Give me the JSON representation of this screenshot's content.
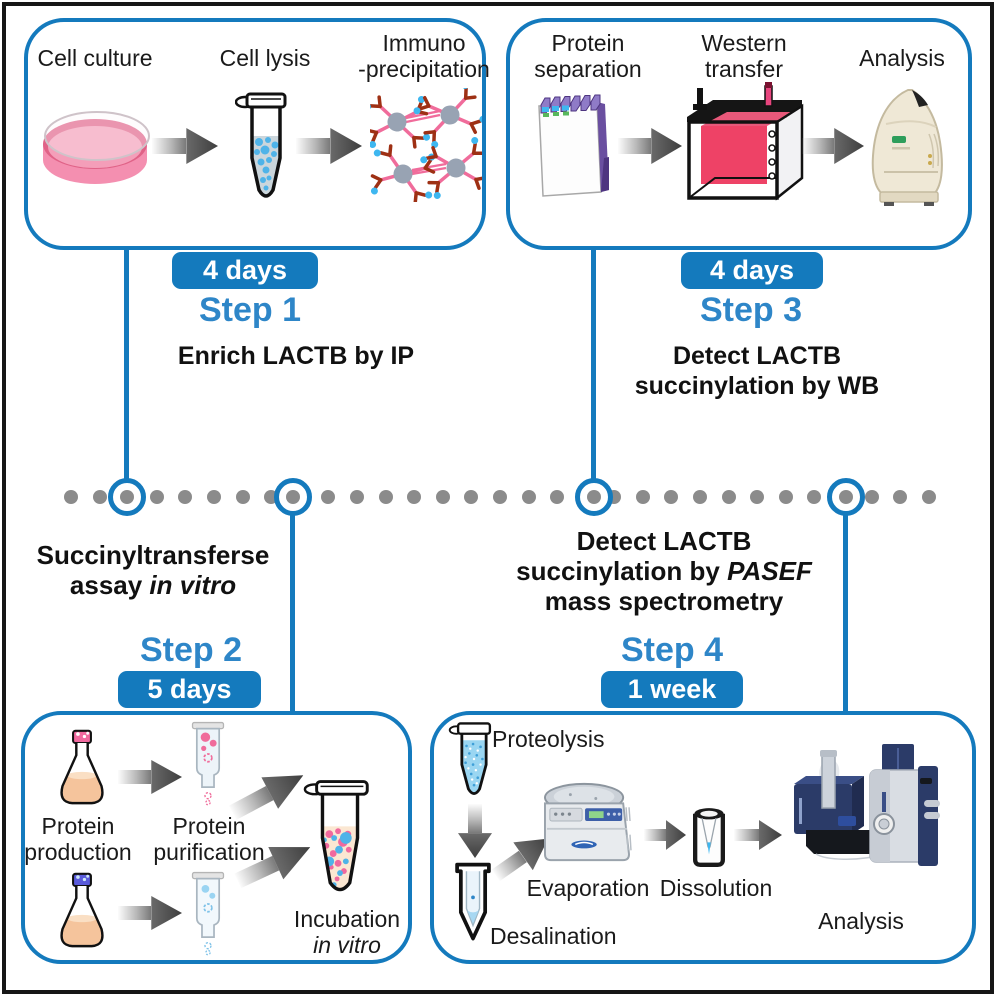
{
  "colors": {
    "accent": "#147ABD",
    "step_title": "#2E86C8",
    "timeline_dot": "#8B8B8B",
    "badge_text": "#FFFFFF",
    "membrane_pink": "#EE4266"
  },
  "timeline": {
    "dot_count": 31
  },
  "step1": {
    "badge": "4 days",
    "title": "Step 1",
    "description": "Enrich LACTB by IP",
    "item1": "Cell culture",
    "item2": "Cell lysis",
    "item3_line1": "Immuno",
    "item3_line2": "-precipitation"
  },
  "step3": {
    "badge": "4 days",
    "title": "Step 3",
    "description_line1": "Detect LACTB",
    "description_line2": "succinylation by WB",
    "item1_line1": "Protein",
    "item1_line2": "separation",
    "item2_line1": "Western",
    "item2_line2": "transfer",
    "item3": "Analysis"
  },
  "mid_left": {
    "line1": "Succinyltransferse",
    "line2_regular": "assay ",
    "line2_italic": "in vitro"
  },
  "mid_right": {
    "line1": "Detect LACTB",
    "line2_regular": "succinylation by ",
    "line2_italic": "PASEF",
    "line3": "mass spectrometry"
  },
  "step2": {
    "title": "Step 2",
    "badge": "5 days",
    "item1_line1": "Protein",
    "item1_line2": "production",
    "item2_line1": "Protein",
    "item2_line2": "purification",
    "item3_line1": "Incubation",
    "item3_line2_italic": "in vitro"
  },
  "step4": {
    "title": "Step 4",
    "badge": "1 week",
    "item1": "Proteolysis",
    "item2": "Desalination",
    "item3": "Evaporation",
    "item4": "Dissolution",
    "item5": "Analysis"
  }
}
